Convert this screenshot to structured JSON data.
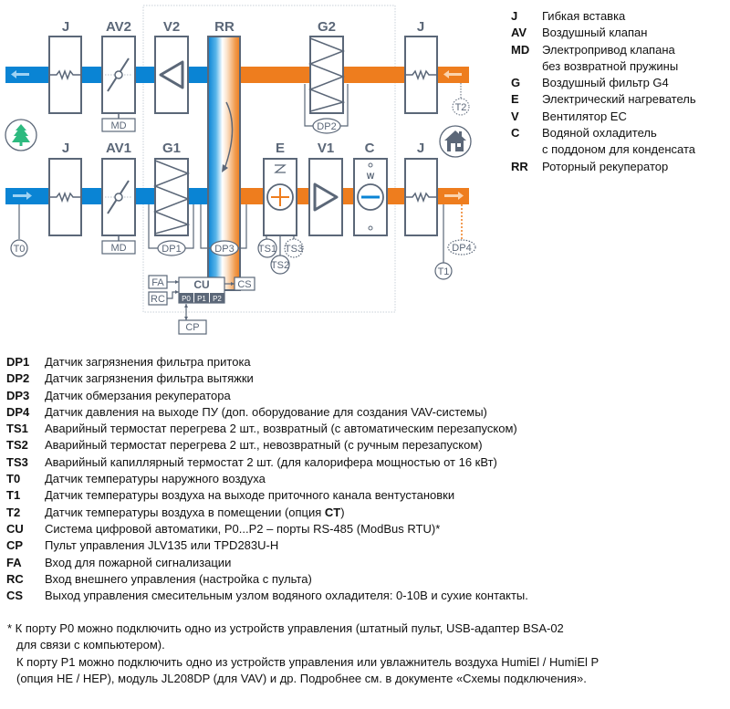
{
  "diagram": {
    "colors": {
      "exhaust_duct": "#0a84d4",
      "supply_duct": "#ee7d1e",
      "outline": "#5b6778",
      "tree_green": "#2dba7f",
      "heater_plus": "#ee7d1e",
      "cooler_minus": "#0a84d4"
    },
    "top_row": {
      "components": [
        {
          "id": "J",
          "label": "J"
        },
        {
          "id": "AV2",
          "label": "AV2",
          "actuator": "MD"
        },
        {
          "id": "V2",
          "label": "V2"
        },
        {
          "id": "RR",
          "label": "RR"
        },
        {
          "id": "G2",
          "label": "G2",
          "sensor": "DP2"
        },
        {
          "id": "J_right",
          "label": "J",
          "sensor": "T2"
        }
      ],
      "flow_direction": "left"
    },
    "bottom_row": {
      "components": [
        {
          "id": "J",
          "label": "J",
          "sensor": "T0"
        },
        {
          "id": "AV1",
          "label": "AV1",
          "actuator": "MD"
        },
        {
          "id": "G1",
          "label": "G1",
          "sensor": "DP1"
        },
        {
          "id": "RR_sensor",
          "sensor": "DP3"
        },
        {
          "id": "E",
          "label": "E",
          "sensors": [
            "TS1",
            "TS2",
            "TS3"
          ]
        },
        {
          "id": "V1",
          "label": "V1"
        },
        {
          "id": "C",
          "label": "C",
          "mark": "W"
        },
        {
          "id": "J_right",
          "label": "J",
          "sensors": [
            "T1",
            "DP4"
          ]
        }
      ],
      "flow_direction": "right"
    },
    "icons": {
      "outdoor": "tree-icon",
      "indoor": "house-icon"
    },
    "control": {
      "cu": "CU",
      "ports": [
        "P0",
        "P1",
        "P2"
      ],
      "inputs": [
        "FA",
        "RC"
      ],
      "output": "CS",
      "panel": "CP"
    },
    "labels": {
      "J": "J",
      "AV2": "AV2",
      "V2": "V2",
      "RR": "RR",
      "G2": "G2",
      "AV1": "AV1",
      "G1": "G1",
      "E": "E",
      "V1": "V1",
      "C": "C",
      "MD": "MD",
      "W": "W",
      "DP1": "DP1",
      "DP2": "DP2",
      "DP3": "DP3",
      "DP4": "DP4",
      "TS1": "TS1",
      "TS2": "TS2",
      "TS3": "TS3",
      "T0": "T0",
      "T1": "T1",
      "T2": "T2",
      "CU": "CU",
      "FA": "FA",
      "RC": "RC",
      "CS": "CS",
      "CP": "CP",
      "P0": "P0",
      "P1": "P1",
      "P2": "P2"
    }
  },
  "legend_components": [
    {
      "code": "J",
      "text": "Гибкая вставка"
    },
    {
      "code": "AV",
      "text": "Воздушный клапан"
    },
    {
      "code": "MD",
      "text": "Электропривод клапана"
    },
    {
      "code": "",
      "text": "без возвратной пружины"
    },
    {
      "code": "G",
      "text": "Воздушный фильтр G4"
    },
    {
      "code": "E",
      "text": "Электрический нагреватель"
    },
    {
      "code": "V",
      "text": "Вентилятор EC"
    },
    {
      "code": "C",
      "text": "Водяной охладитель"
    },
    {
      "code": "",
      "text": "с поддоном для конденсата"
    },
    {
      "code": "RR",
      "text": "Роторный рекуператор"
    }
  ],
  "legend_sensors": [
    {
      "code": "DP1",
      "text": "Датчик загрязнения фильтра притока"
    },
    {
      "code": "DP2",
      "text": "Датчик загрязнения фильтра вытяжки"
    },
    {
      "code": "DP3",
      "text": "Датчик обмерзания рекуператора"
    },
    {
      "code": "DP4",
      "text": "Датчик давления на выходе ПУ (доп. оборудование для создания VAV-системы)"
    },
    {
      "code": "TS1",
      "text": "Аварийный термостат перегрева 2 шт., возвратный (с автоматическим перезапуском)"
    },
    {
      "code": "TS2",
      "text": "Аварийный термостат перегрева 2 шт., невозвратный (с ручным перезапуском)"
    },
    {
      "code": "TS3",
      "text": "Аварийный капиллярный термостат 2 шт. (для калорифера мощностью от 16 кВт)"
    },
    {
      "code": "T0",
      "text": "Датчик температуры наружного воздуха"
    },
    {
      "code": "T1",
      "text": "Датчик температуры воздуха на выходе приточного канала вентустановки"
    },
    {
      "code": "T2",
      "text": "Датчик температуры воздуха в помещении (опция ",
      "bold_suffix": "CT",
      "suffix": ")"
    },
    {
      "code": "CU",
      "text": "Система цифровой автоматики, P0...P2 – порты RS-485 (ModBus RTU)*"
    },
    {
      "code": "CP",
      "text": "Пульт управления JLV135 или TPD283U-H"
    },
    {
      "code": "FA",
      "text": "Вход для пожарной сигнализации"
    },
    {
      "code": "RC",
      "text": "Вход внешнего управления (настройка с пульта)"
    },
    {
      "code": "CS",
      "text": "Выход управления смесительным узлом водяного охладителя: 0-10В и сухие контакты."
    }
  ],
  "footnote": [
    "* К порту P0 можно подключить одно из устройств управления (штатный пульт, USB-адаптер BSA-02",
    "для связи с компьютером).",
    "К порту P1 можно подключить одно из устройств управления или увлажнитель воздуха HumiEl /  HumiEl P",
    "(опция HE / HEP), модуль JL208DP (для VAV) и др. Подробнее см. в документе «Схемы подключения»."
  ]
}
